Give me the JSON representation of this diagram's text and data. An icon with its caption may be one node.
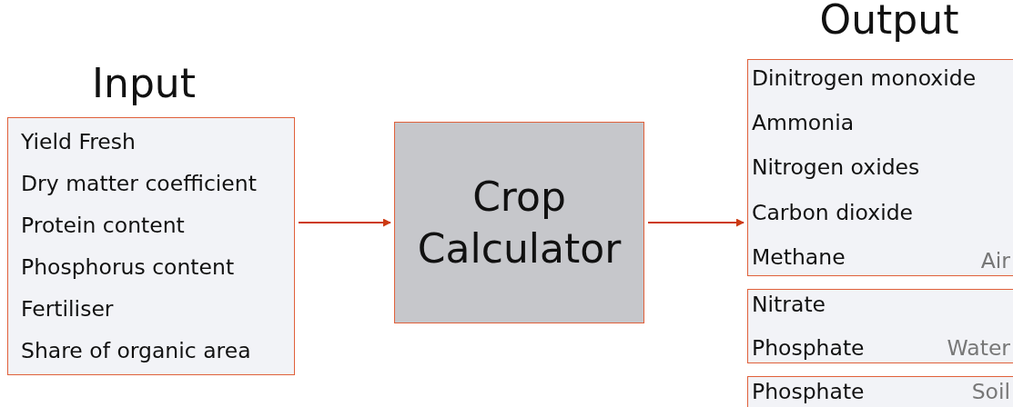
{
  "diagram": {
    "nodes": [
      {
        "text": [
          "Input",
          "Yield Fresh",
          "Dry matter coefficient",
          "Protein content",
          "Phosphorus content",
          "Fertiliser",
          "Share of organic area"
        ]
      },
      {
        "text": [
          "Crop Calculator"
        ]
      },
      {
        "text": [
          "Dinitrogen monoxide",
          "Ammonia",
          "Nitrogen oxides",
          "Carbon dioxide",
          "Methane",
          "Air"
        ]
      },
      {
        "text": [
          "Nitrate",
          "Phosphate",
          "Water"
        ]
      },
      {
        "text": [
          "Phosphate",
          "Soil"
        ]
      }
    ],
    "edges": [
      {
        "from": 0,
        "to": 1,
        "arrow": "to"
      },
      {
        "from": 1,
        "to": 2,
        "arrow": "to"
      }
    ],
    "labels": [
      "Output"
    ]
  }
}
